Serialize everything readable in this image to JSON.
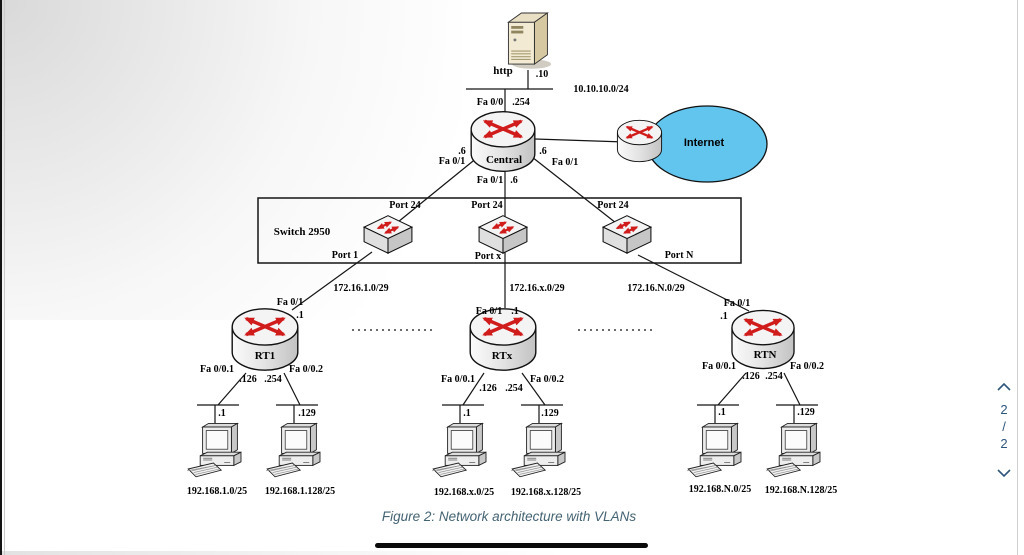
{
  "caption": "Figure 2: Network architecture with VLANs",
  "nav": {
    "up_icon": "chevron-up",
    "current": "2",
    "separator": "/",
    "total": "2",
    "down_icon": "chevron-down"
  },
  "colors": {
    "arrow_red": "#d11c1c",
    "internet_fill": "#62c5ee",
    "caption_text": "#446373",
    "nav_text": "#2d567c",
    "line_black": "#141414"
  },
  "diagram": {
    "server": {
      "name": "http",
      "host_ip": ".10",
      "network": "10.10.10.0/24",
      "gw_if": "Fa 0/0",
      "gw_ip": ".254"
    },
    "central": {
      "name": "Central",
      "left_ip": ".6",
      "left_if": "Fa 0/1",
      "right_ip": ".6",
      "right_if": "Fa 0/1",
      "down_if": "Fa 0/1",
      "down_ip": ".6"
    },
    "internet": {
      "label": "Internet"
    },
    "switch_block": {
      "title": "Switch 2950",
      "uplink_ports": [
        "Port 24",
        "Port 24",
        "Port 24"
      ],
      "access_ports": [
        "Port 1",
        "Port x",
        "Port N"
      ]
    },
    "trunk_networks": [
      "172.16.1.0/29",
      "172.16.x.0/29",
      "172.16.N.0/29"
    ],
    "routers": [
      {
        "name": "RT1",
        "up_if": "Fa 0/1",
        "up_ip": ".1",
        "sub_if_1": "Fa 0/0.1",
        "sub_ip_1": ".126",
        "sub_ip_2": ".254",
        "sub_if_2": "Fa 0/0.2"
      },
      {
        "name": "RTx",
        "up_if": "Fa 0/1",
        "up_ip": ".1",
        "sub_if_1": "Fa 0/0.1",
        "sub_ip_1": ".126",
        "sub_ip_2": ".254",
        "sub_if_2": "Fa 0/0.2"
      },
      {
        "name": "RTN",
        "up_if": "Fa 0/1",
        "up_ip": ".1",
        "sub_if_1": "Fa 0/0.1",
        "sub_ip_1": ".126",
        "sub_ip_2": ".254",
        "sub_if_2": "Fa 0/0.2"
      }
    ],
    "lans": [
      {
        "gw": ".1",
        "subnet": "192.168.1.0/25"
      },
      {
        "gw": ".129",
        "subnet": "192.168.1.128/25"
      },
      {
        "gw": ".1",
        "subnet": "192.168.x.0/25"
      },
      {
        "gw": ".129",
        "subnet": "192.168.x.128/25"
      },
      {
        "gw": ".1",
        "subnet": "192.168.N.0/25"
      },
      {
        "gw": ".129",
        "subnet": "192.168.N.128/25"
      }
    ]
  }
}
